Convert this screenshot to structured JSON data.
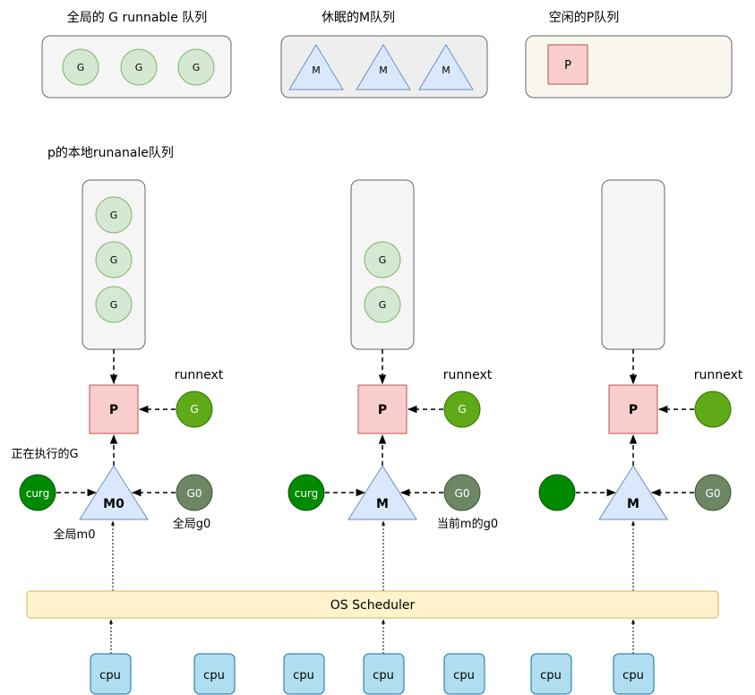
{
  "global_queue": {
    "title": "全局的 G runnable 队列",
    "items": [
      "G",
      "G",
      "G"
    ]
  },
  "sleep_m_queue": {
    "title": "休眠的M队列",
    "items": [
      "M",
      "M",
      "M"
    ]
  },
  "idle_p_queue": {
    "title": "空闲的P队列",
    "items": [
      "P"
    ]
  },
  "local_queue_title": "p的本地runanale队列",
  "columns": [
    {
      "local_queue": [
        "G",
        "G",
        "G"
      ],
      "p_label": "P",
      "runnext_label": "runnext",
      "runnext_g": "G",
      "m_label": "M0",
      "curg_label": "curg",
      "g0_label": "G0",
      "note_curg": "正在执行的G",
      "note_m": "全局m0",
      "note_g0": "全局g0"
    },
    {
      "local_queue": [
        "G",
        "G"
      ],
      "p_label": "P",
      "runnext_label": "runnext",
      "runnext_g": "G",
      "m_label": "M",
      "curg_label": "curg",
      "g0_label": "G0",
      "note_g0": "当前m的g0"
    },
    {
      "local_queue": [],
      "p_label": "P",
      "runnext_label": "runnext",
      "runnext_g": "",
      "m_label": "M",
      "curg_label": "",
      "g0_label": "G0"
    }
  ],
  "scheduler_label": "OS Scheduler",
  "cpus": [
    "cpu",
    "cpu",
    "cpu",
    "cpu",
    "cpu",
    "cpu",
    "cpu"
  ],
  "colors": {
    "g_fill": "#d5e8d4",
    "g_stroke": "#82b366",
    "m_fill": "#dae8fc",
    "m_stroke": "#6c8ebf",
    "p_fill": "#f8cecc",
    "p_stroke": "#b85450",
    "runnext_fill": "#60a917",
    "curg_fill": "#008a00",
    "g0_fill": "#6d8764",
    "scheduler_fill": "#fff2cc",
    "scheduler_stroke": "#d6b656",
    "cpu_fill": "#b1ddf0",
    "cpu_stroke": "#10739e"
  }
}
